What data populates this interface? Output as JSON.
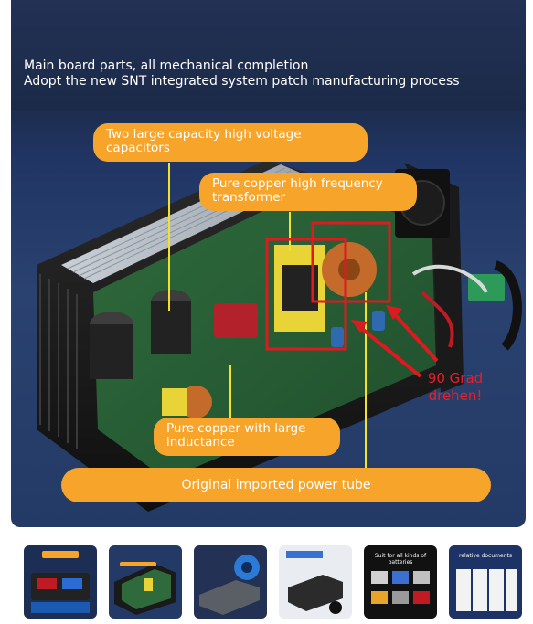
{
  "header": {
    "line1": "Main board parts, all mechanical completion",
    "line2": "Adopt the new SNT integrated system patch manufacturing process"
  },
  "callouts": {
    "capacitors": "Two large capacity high voltage capacitors",
    "transformer": "Pure copper high frequency transformer",
    "inductance": "Pure copper with large inductance",
    "power_tube": "Original imported power tube"
  },
  "note": {
    "line1": "90 Grad",
    "line2": "drehen!"
  },
  "thumbnails": [
    {
      "name": "thumb-charger-display",
      "caption": ""
    },
    {
      "name": "thumb-main-board",
      "caption": ""
    },
    {
      "name": "thumb-fan-charger",
      "caption": ""
    },
    {
      "name": "thumb-charger-plug",
      "caption": ""
    },
    {
      "name": "thumb-battery-uses",
      "caption": "Suit for all kinds of batteries"
    },
    {
      "name": "thumb-documents",
      "caption": "relative documents"
    }
  ],
  "colors": {
    "callout": "#f7a42a",
    "highlight_box": "#e0191f",
    "note_text": "#e5202a",
    "background": "#22335a"
  }
}
